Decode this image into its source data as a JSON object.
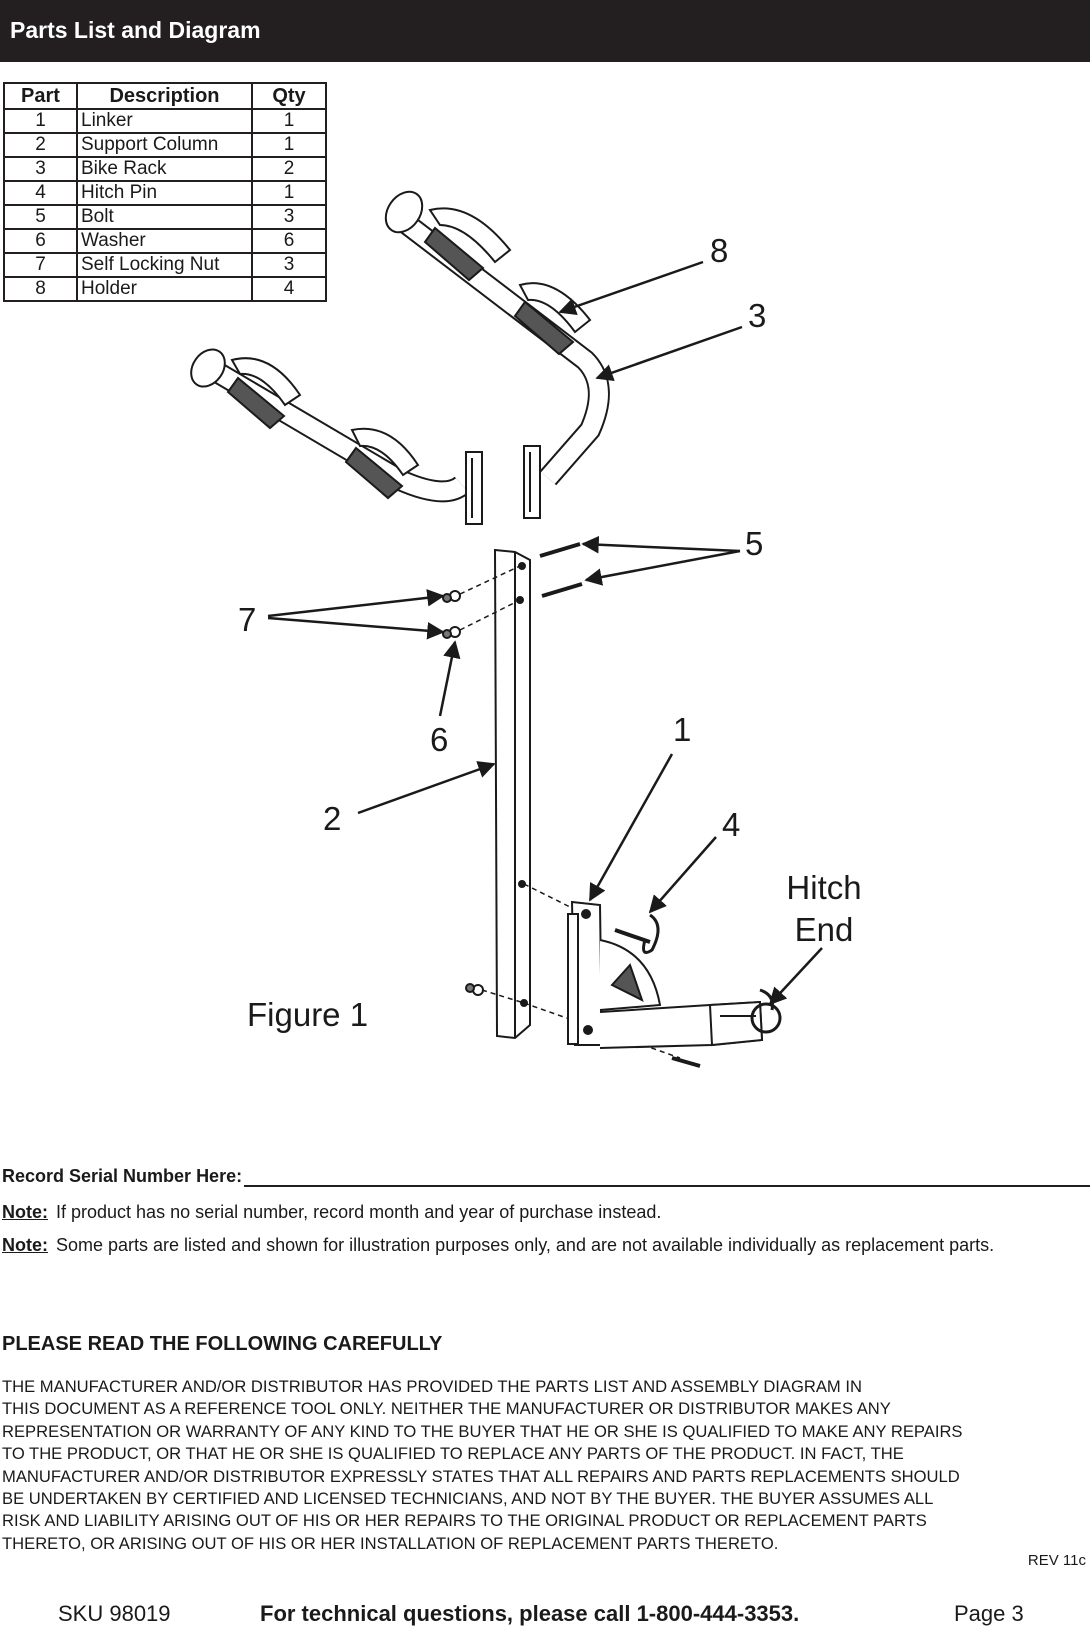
{
  "header": {
    "title": "Parts List and Diagram"
  },
  "parts_table": {
    "columns": [
      "Part",
      "Description",
      "Qty"
    ],
    "rows": [
      {
        "part": "1",
        "description": "Linker",
        "qty": "1"
      },
      {
        "part": "2",
        "description": "Support Column",
        "qty": "1"
      },
      {
        "part": "3",
        "description": "Bike Rack",
        "qty": "2"
      },
      {
        "part": "4",
        "description": "Hitch Pin",
        "qty": "1"
      },
      {
        "part": "5",
        "description": "Bolt",
        "qty": "3"
      },
      {
        "part": "6",
        "description": "Washer",
        "qty": "6"
      },
      {
        "part": "7",
        "description": "Self Locking Nut",
        "qty": "3"
      },
      {
        "part": "8",
        "description": "Holder",
        "qty": "4"
      }
    ]
  },
  "diagram": {
    "callouts": [
      "8",
      "3",
      "5",
      "7",
      "6",
      "1",
      "2",
      "4"
    ],
    "hitch_end_line1": "Hitch",
    "hitch_end_line2": "End",
    "figure_label": "Figure 1"
  },
  "serial": {
    "label": "Record Serial Number Here:"
  },
  "notes": [
    {
      "label": "Note:",
      "text": "If product has no serial number, record month and year of purchase instead."
    },
    {
      "label": "Note:",
      "text": "Some parts are listed and shown for illustration purposes only, and are not available individually as replacement parts."
    }
  ],
  "read_carefully": {
    "heading": "PLEASE READ THE FOLLOWING CAREFULLY",
    "body": "THE MANUFACTURER AND/OR DISTRIBUTOR HAS PROVIDED THE PARTS LIST AND ASSEMBLY DIAGRAM IN\nTHIS DOCUMENT AS A REFERENCE TOOL ONLY.  NEITHER THE MANUFACTURER OR DISTRIBUTOR MAKES ANY\nREPRESENTATION OR WARRANTY OF ANY KIND TO THE BUYER THAT HE OR SHE IS QUALIFIED TO MAKE ANY REPAIRS\nTO THE PRODUCT, OR THAT HE OR SHE IS QUALIFIED TO REPLACE ANY PARTS OF THE PRODUCT.  IN FACT, THE\nMANUFACTURER AND/OR DISTRIBUTOR EXPRESSLY STATES THAT ALL REPAIRS AND PARTS REPLACEMENTS SHOULD\nBE UNDERTAKEN BY CERTIFIED AND LICENSED TECHNICIANS, AND NOT BY THE BUYER.  THE BUYER ASSUMES ALL\nRISK AND LIABILITY ARISING OUT OF HIS OR HER REPAIRS TO THE ORIGINAL PRODUCT OR REPLACEMENT PARTS\nTHERETO, OR ARISING OUT OF HIS OR HER INSTALLATION OF REPLACEMENT PARTS THERETO."
  },
  "rev": "REV 11c",
  "footer": {
    "sku": "SKU 98019",
    "technical": "For technical questions, please call 1-800-444-3353.",
    "page": "Page 3"
  }
}
